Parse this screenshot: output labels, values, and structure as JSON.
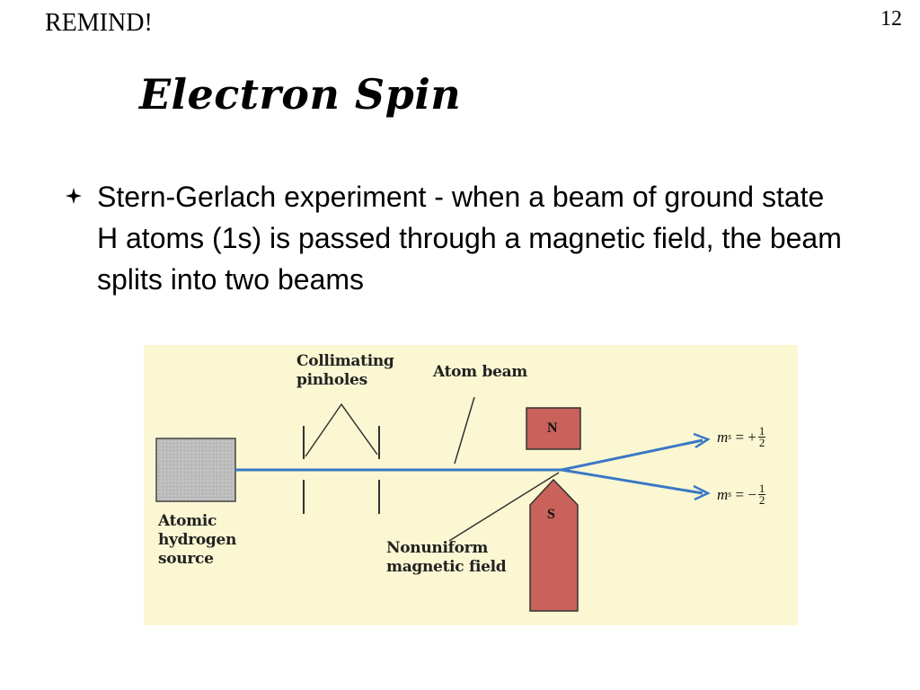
{
  "header": {
    "label": "REMIND!",
    "page_number": "12"
  },
  "title": "Electron Spin",
  "bullet": {
    "icon": "diamond-quad-icon",
    "text": "Stern-Gerlach experiment - when a beam of ground state H atoms (1s) is passed through a magnetic field, the beam splits into two beams"
  },
  "diagram": {
    "labels": {
      "collimating_line1": "Collimating",
      "collimating_line2": "pinholes",
      "atom_beam": "Atom beam",
      "source_line1": "Atomic",
      "source_line2": "hydrogen",
      "source_line3": "source",
      "field_line1": "Nonuniform",
      "field_line2": "magnetic field",
      "north": "N",
      "south": "S"
    },
    "ms_up": {
      "symbol": "m",
      "subscript": "s",
      "sign": "= +",
      "numerator": "1",
      "denominator": "2"
    },
    "ms_down": {
      "symbol": "m",
      "subscript": "s",
      "sign": "= −",
      "numerator": "1",
      "denominator": "2"
    },
    "colors": {
      "background": "#fbf7d2",
      "magnet": "#c8625a",
      "beam": "#3a78c4",
      "source": "#b9b9b9"
    }
  }
}
